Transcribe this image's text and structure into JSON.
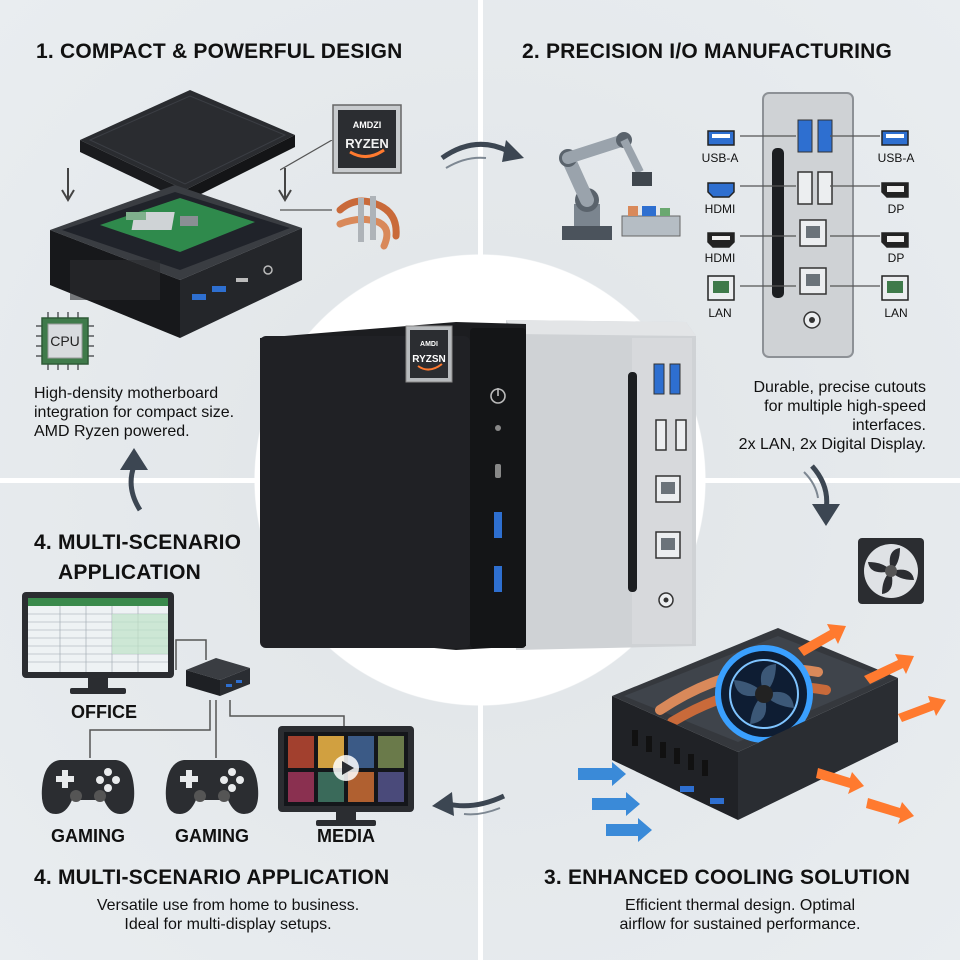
{
  "sections": {
    "design": {
      "title": "1. COMPACT & POWERFUL DESIGN",
      "description_lines": [
        "High-density motherboard",
        "integration for compact size.",
        "AMD Ryzen powered."
      ],
      "cpu_label": "CPU",
      "chip_brand": "AMDZI",
      "chip_model": "RYZEN"
    },
    "io": {
      "title": "2. PRECISION I/O MANUFACTURING",
      "description_lines": [
        "Durable, precise cutouts",
        "for multiple high-speed",
        "interfaces.",
        "2x LAN, 2x Digital Display."
      ],
      "ports_left": [
        "USB-A",
        "HDMI",
        "HDMI",
        "LAN"
      ],
      "ports_right": [
        "USB-A",
        "DP",
        "DP",
        "LAN"
      ]
    },
    "cooling": {
      "title": "3. ENHANCED COOLING SOLUTION",
      "description_lines": [
        "Efficient thermal design. Optimal",
        "airflow for sustained performance."
      ]
    },
    "scenarios": {
      "title_left_lines": [
        "4. MULTI-SCENARIO",
        "APPLICATION"
      ],
      "title": "4. MULTI-SCENARIO APPLICATION",
      "description_lines": [
        "Versatile use from home to business.",
        "Ideal for multi-display setups."
      ],
      "items": [
        "OFFICE",
        "GAMING",
        "GAMING",
        "MEDIA"
      ]
    }
  },
  "center_device": {
    "badge_brand": "AMDI",
    "badge_model": "RYZSN"
  },
  "colors": {
    "accent_blue": "#3a8ad8",
    "accent_orange": "#ff7a2f",
    "copper": "#d9895a",
    "device_black": "#1c1d20",
    "device_silver": "#c9cccf"
  }
}
